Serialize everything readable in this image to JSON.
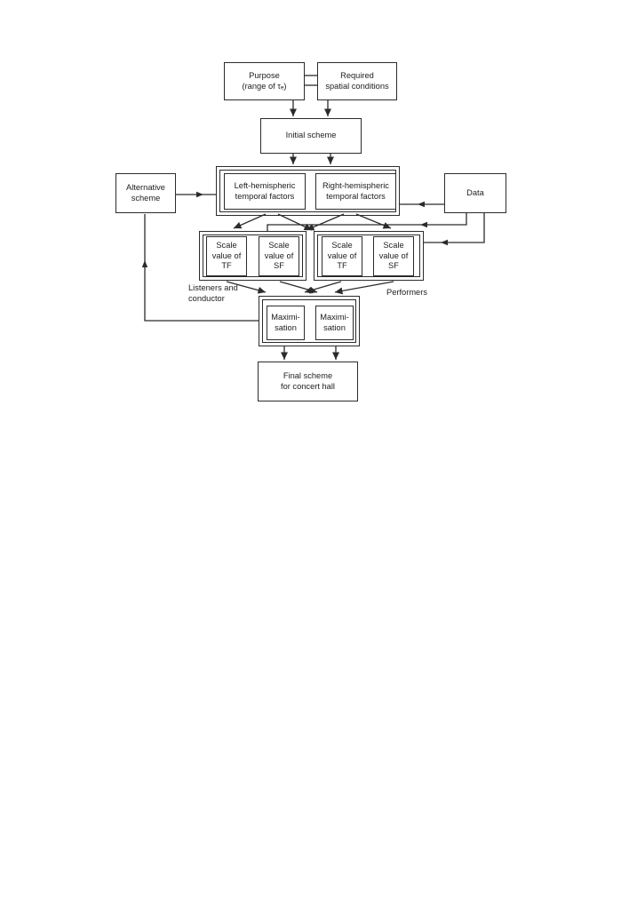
{
  "diagram": {
    "boxes": {
      "purpose": {
        "label": "Purpose\n(range of τₑ)"
      },
      "required": {
        "label": "Required\nspatial conditions"
      },
      "initial_scheme": {
        "label": "Initial scheme"
      },
      "alternative_scheme": {
        "label": "Alternative\nscheme"
      },
      "left_hemispheric": {
        "label": "Left-hemispheric\ntemporal factors"
      },
      "right_hemispheric": {
        "label": "Right-hemispheric\ntemporal factors"
      },
      "data": {
        "label": "Data"
      },
      "scale_tf_listeners": {
        "label": "Scale\nvalue of\nTF"
      },
      "scale_sf_listeners": {
        "label": "Scale\nvalue of\nSF"
      },
      "scale_tf_performers": {
        "label": "Scale\nvalue of\nTF"
      },
      "scale_sf_performers": {
        "label": "Scale\nvalue of\nSF"
      },
      "maximisation_left": {
        "label": "Maximi-\nsation"
      },
      "maximisation_right": {
        "label": "Maximi-\nsation"
      },
      "final_scheme": {
        "label": "Final scheme\nfor concert hall"
      }
    },
    "annotations": {
      "listeners": "Listeners and\nconductor",
      "performers": "Performers"
    },
    "colors": {
      "line": "#2b2b2b",
      "text": "#1d1d1d",
      "background": "#ffffff"
    }
  }
}
